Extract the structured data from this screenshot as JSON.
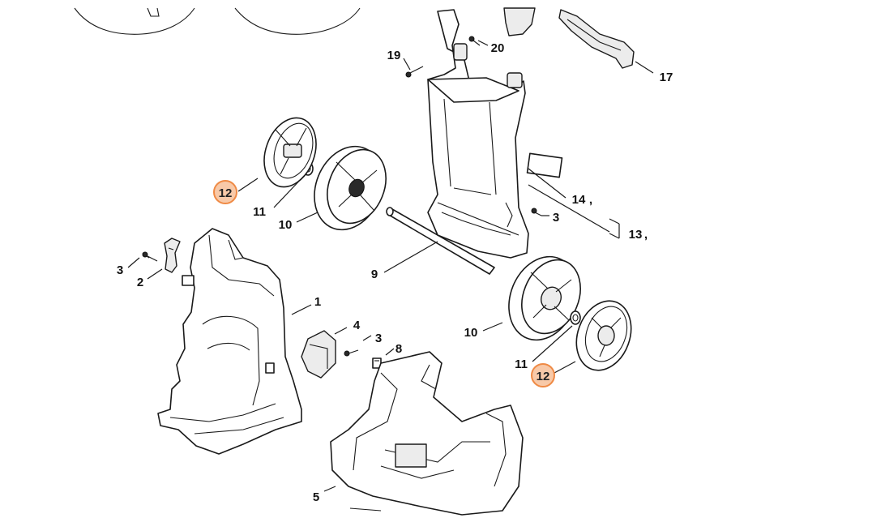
{
  "diagram": {
    "labels": {
      "p1": "1",
      "p2": "2",
      "p3a": "3",
      "p3b": "3",
      "p3c": "3",
      "p4": "4",
      "p5": "5",
      "p8": "8",
      "p9": "9",
      "p10a": "10",
      "p10b": "10",
      "p11a": "11",
      "p11b": "11",
      "p12a": "12",
      "p12b": "12",
      "p13": "13",
      "p13_sep": ",",
      "p14": "14",
      "p14_sep": ",",
      "p17": "17",
      "p19": "19",
      "p20": "20"
    },
    "highlight": {
      "color": "#ef8a45",
      "fill": "#f8c9a8",
      "part": "12"
    }
  }
}
